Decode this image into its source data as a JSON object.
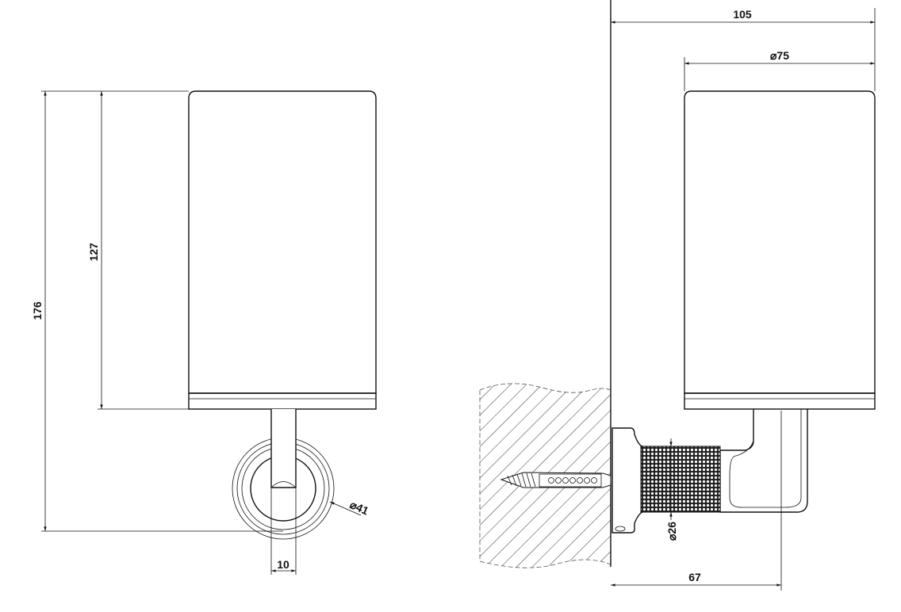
{
  "front_view": {
    "height_total": "176",
    "height_container": "127",
    "stem_width": "10",
    "rosette_diameter": "⌀41"
  },
  "side_view": {
    "depth_total": "105",
    "container_diameter": "⌀75",
    "arm_depth": "67",
    "knurl_diameter": "⌀26"
  }
}
